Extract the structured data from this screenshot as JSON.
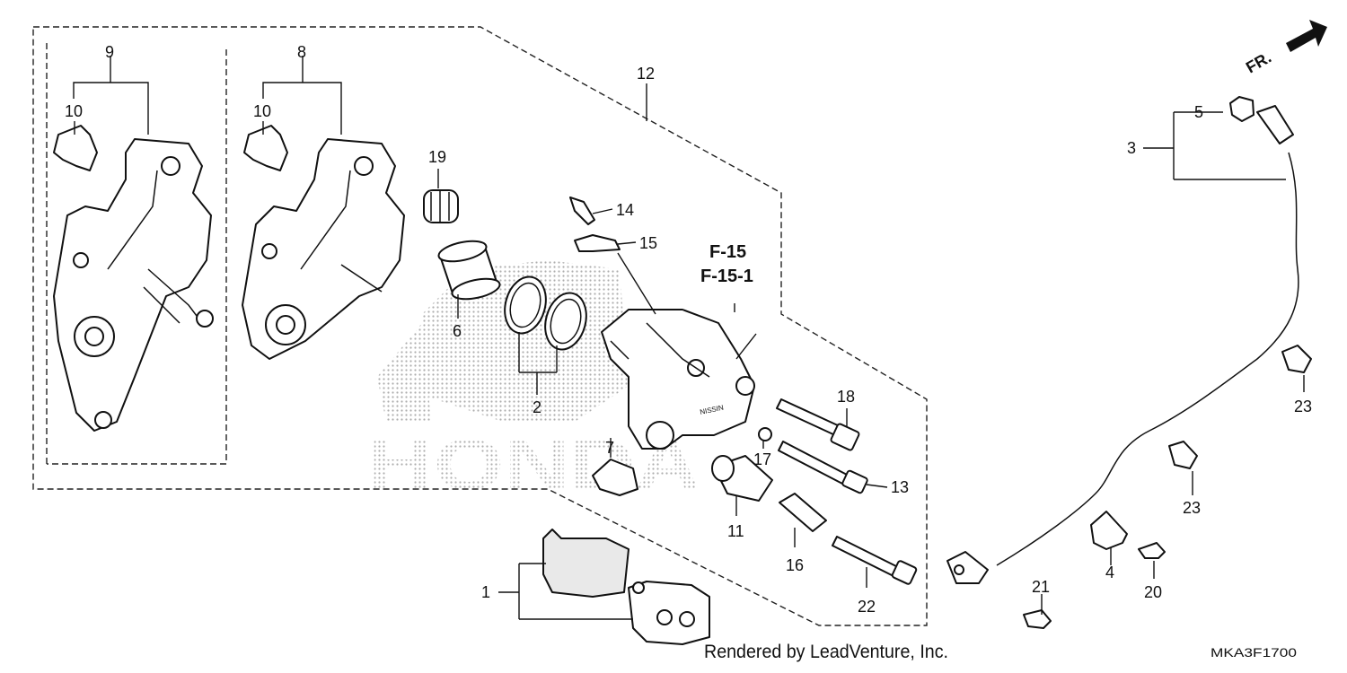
{
  "diagram": {
    "callouts": [
      "1",
      "2",
      "3",
      "4",
      "5",
      "6",
      "7",
      "8",
      "9",
      "10",
      "10",
      "11",
      "12",
      "13",
      "14",
      "15",
      "16",
      "17",
      "18",
      "19",
      "20",
      "21",
      "22",
      "23",
      "23"
    ],
    "reference_1": "F-15",
    "reference_2": "F-15-1",
    "front_label": "FR.",
    "watermark": "HONDA",
    "footer_credit": "Rendered by LeadVenture, Inc.",
    "diagram_code": "MKA3F1700"
  }
}
